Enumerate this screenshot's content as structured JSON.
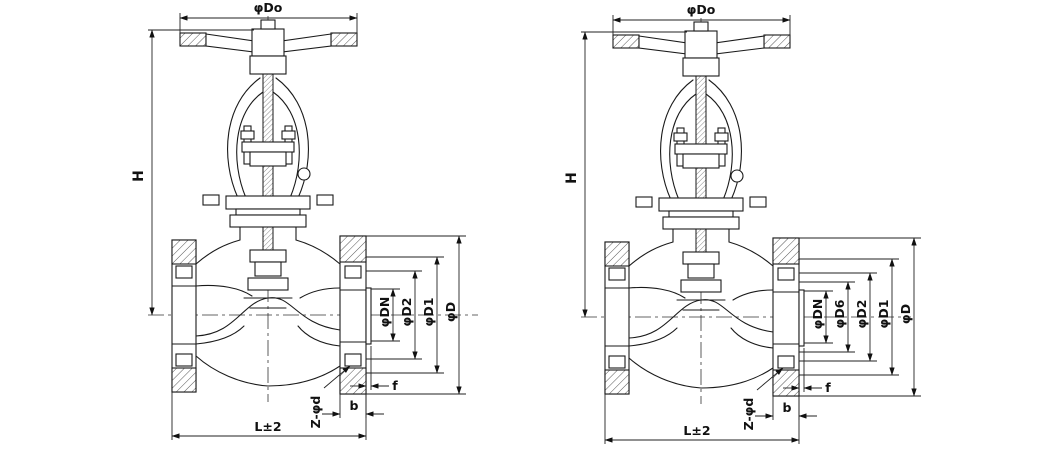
{
  "drawing": {
    "ink": "#1a1a1a",
    "background": "#ffffff"
  },
  "left_valve": {
    "dims": {
      "do": "φDo",
      "h": "H",
      "dn": "φDN",
      "d2": "φD2",
      "d1": "φD1",
      "d": "φD",
      "zd": "Z-φd",
      "b": "b",
      "f": "f",
      "l": "L±2"
    }
  },
  "right_valve": {
    "dims": {
      "do": "φDo",
      "h": "H",
      "dn": "φDN",
      "d6": "φD6",
      "d2": "φD2",
      "d1": "φD1",
      "d": "φD",
      "zd": "Z-φd",
      "b": "b",
      "f": "f",
      "l": "L±2"
    }
  }
}
